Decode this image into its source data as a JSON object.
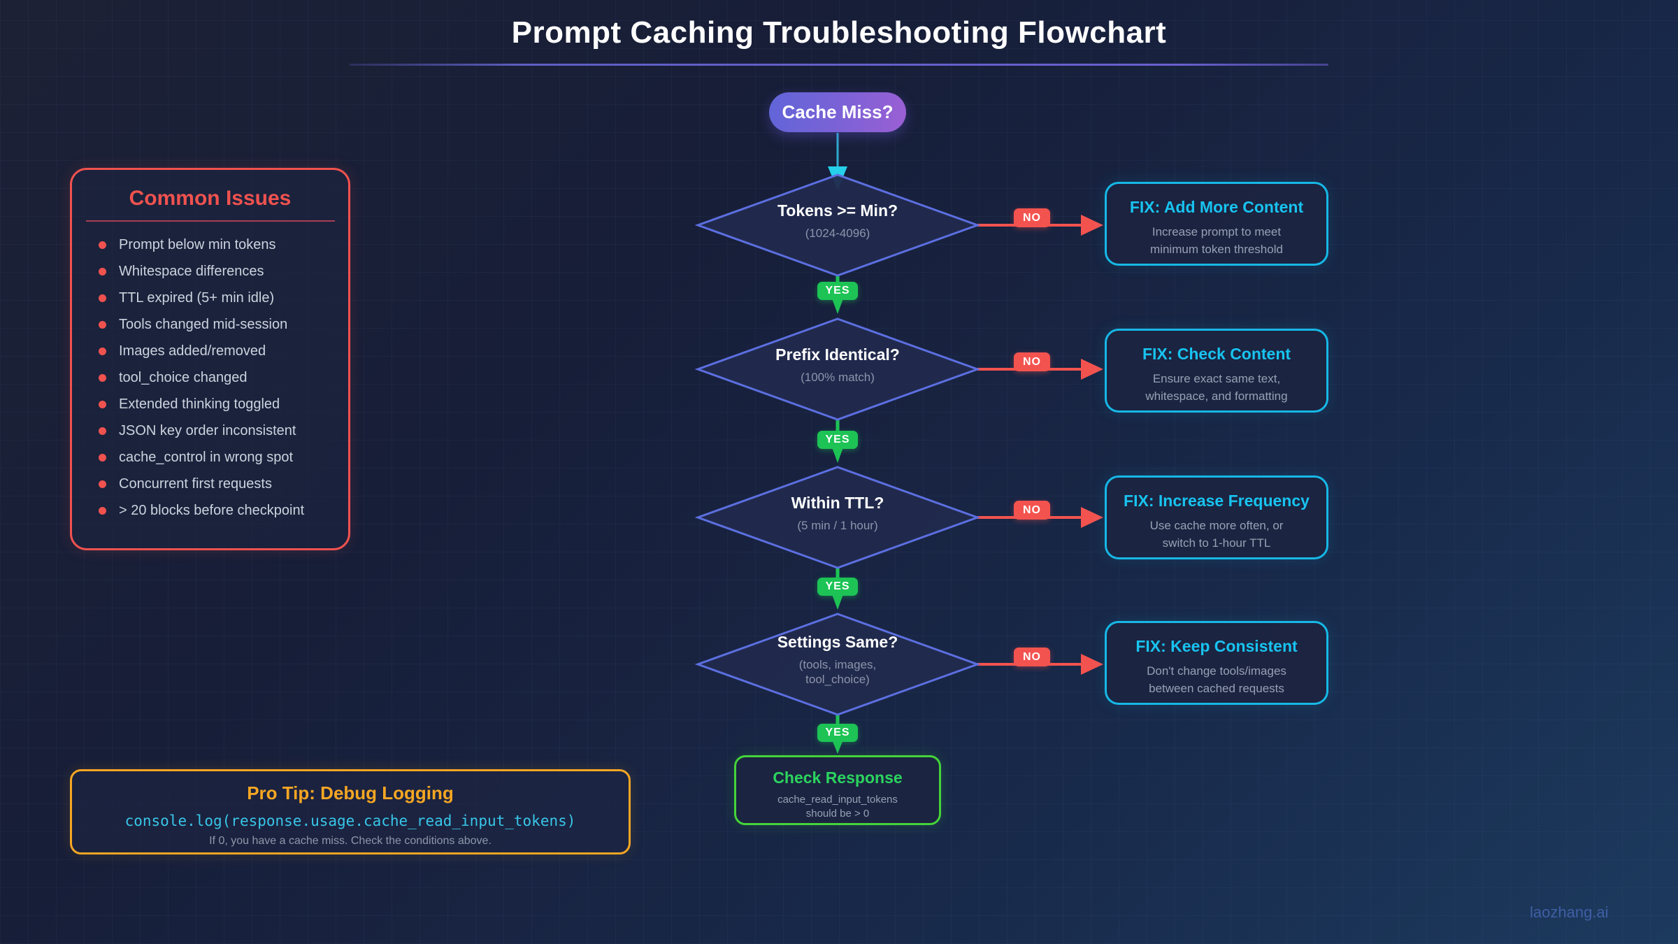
{
  "page": {
    "title": "Prompt Caching Troubleshooting Flowchart",
    "watermark": "laozhang.ai"
  },
  "colors": {
    "background_top_left": "#1c2135",
    "background_bottom_right": "#1c3a5e",
    "title_underline": "#5f5fc5",
    "start_gradient_left": "#6065d8",
    "start_gradient_right": "#9b5fd4",
    "diamond_border": "#5c6fe0",
    "yes_green": "#1dc355",
    "no_red": "#f3534f",
    "fix_cyan": "#16b8e6",
    "end_green": "#45d43a",
    "issues_red": "#f0524f",
    "protip_orange": "#f5a623",
    "code_cyan": "#38c6e8",
    "start_arrow_cyan": "#25d0ea"
  },
  "flow": {
    "start": {
      "label": "Cache Miss?"
    },
    "yes_label": "YES",
    "no_label": "NO",
    "decisions": [
      {
        "label": "Tokens >= Min?",
        "sub1": "(1024-4096)",
        "sub2": "",
        "fix": {
          "title": "FIX: Add More Content",
          "line1": "Increase prompt to meet",
          "line2": "minimum token threshold"
        }
      },
      {
        "label": "Prefix Identical?",
        "sub1": "(100% match)",
        "sub2": "",
        "fix": {
          "title": "FIX: Check Content",
          "line1": "Ensure exact same text,",
          "line2": "whitespace, and formatting"
        }
      },
      {
        "label": "Within TTL?",
        "sub1": "(5 min / 1 hour)",
        "sub2": "",
        "fix": {
          "title": "FIX: Increase Frequency",
          "line1": "Use cache more often, or",
          "line2": "switch to 1-hour TTL"
        }
      },
      {
        "label": "Settings Same?",
        "sub1": "(tools, images,",
        "sub2": "tool_choice)",
        "fix": {
          "title": "FIX: Keep Consistent",
          "line1": "Don't change tools/images",
          "line2": "between cached requests"
        }
      }
    ],
    "end": {
      "title": "Check Response",
      "line1": "cache_read_input_tokens",
      "line2": "should be > 0"
    }
  },
  "common_issues": {
    "title": "Common Issues",
    "items": [
      "Prompt below min tokens",
      "Whitespace differences",
      "TTL expired (5+ min idle)",
      "Tools changed mid-session",
      "Images added/removed",
      "tool_choice changed",
      "Extended thinking toggled",
      "JSON key order inconsistent",
      "cache_control in wrong spot",
      "Concurrent first requests",
      "> 20 blocks before checkpoint"
    ]
  },
  "pro_tip": {
    "title": "Pro Tip: Debug Logging",
    "code": "console.log(response.usage.cache_read_input_tokens)",
    "note": "If 0, you have a cache miss. Check the conditions above."
  }
}
